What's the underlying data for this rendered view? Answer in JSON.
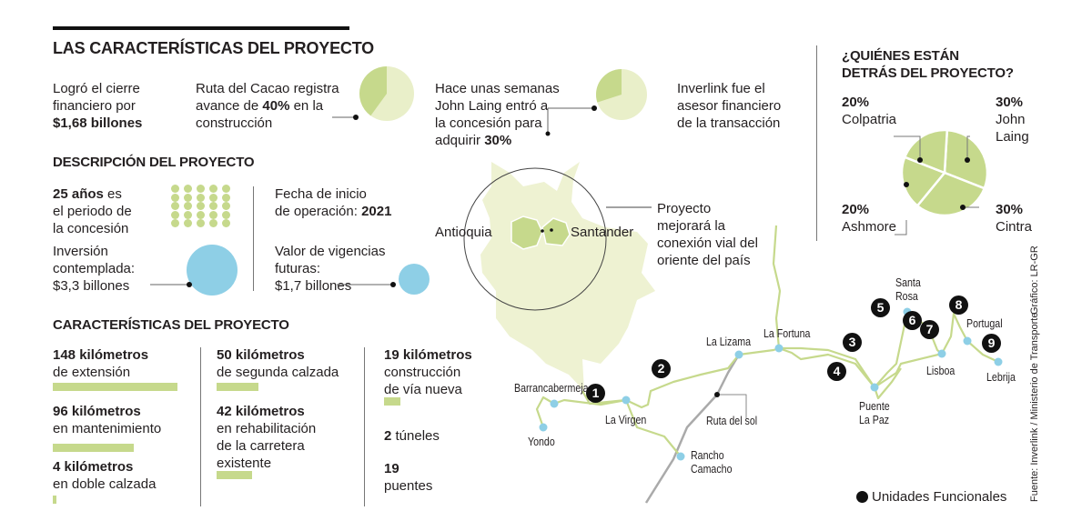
{
  "title": "LAS CARACTERÍSTICAS DEL PROYECTO",
  "facts": {
    "financial": {
      "l1": "Logró el cierre",
      "l2": "financiero por",
      "l3": "$1,68 billones"
    },
    "progress": {
      "l1": "Ruta del Cacao registra",
      "l2a": "avance de ",
      "l2b": "40%",
      "l2c": " en la",
      "l3": "construcción",
      "percent": 40
    },
    "john_laing": {
      "l1": "Hace unas semanas",
      "l2": "John Laing entró a",
      "l3": "la concesión para",
      "l4a": "adquirir ",
      "l4b": "30%",
      "percent": 30
    },
    "advisor": {
      "l1": "Inverlink fue el",
      "l2": "asesor financiero",
      "l3": "de la transacción"
    }
  },
  "description": {
    "heading": "DESCRIPCIÓN DEL PROYECTO",
    "period": {
      "l1a": "25 años",
      "l1b": " es",
      "l2": "el periodo de",
      "l3": "la concesión",
      "count": 25
    },
    "start": {
      "l1": "Fecha de inicio",
      "l2a": "de operación: ",
      "l2b": "2021"
    },
    "investment": {
      "l1": "Inversión",
      "l2": "contemplada:",
      "l3": "$3,3 billones"
    },
    "future": {
      "l1": "Valor de vigencias",
      "l2": "futuras:",
      "l3": "$1,7 billones"
    }
  },
  "map": {
    "antioquia": "Antioquia",
    "santander": "Santander",
    "callout": {
      "l1": "Proyecto",
      "l2": "mejorará la",
      "l3": "conexión vial del",
      "l4": "oriente del país"
    },
    "places": {
      "barranca": "Barrancabermeja",
      "yondo": "Yondo",
      "virgen": "La Virgen",
      "rancho1": "Rancho",
      "rancho2": "Camacho",
      "lizama": "La Lizama",
      "fortuna": "La Fortuna",
      "paz1": "Puente",
      "paz2": "La Paz",
      "rosa1": "Santa",
      "rosa2": "Rosa",
      "lisboa": "Lisboa",
      "portugal": "Portugal",
      "lebrija": "Lebrija",
      "ruta_sol": "Ruta del sol"
    },
    "units": [
      "1",
      "2",
      "3",
      "4",
      "5",
      "6",
      "7",
      "8",
      "9"
    ],
    "legend": "Unidades Funcionales"
  },
  "characteristics": {
    "heading": "CARACTERÍSTICAS DEL PROYECTO",
    "items": [
      {
        "value": "148 kilómetros",
        "desc": "de extensión",
        "km": 148
      },
      {
        "value": "96 kilómetros",
        "desc": "en mantenimiento",
        "km": 96
      },
      {
        "value": "4 kilómetros",
        "desc": "en doble calzada",
        "km": 4
      },
      {
        "value": "50 kilómetros",
        "desc": "de segunda calzada",
        "km": 50
      },
      {
        "value": "42 kilómetros",
        "desc": "en rehabilitación",
        "desc2": "de la carretera",
        "desc3": "existente",
        "km": 42
      },
      {
        "value": "19 kilómetros",
        "desc": "construcción",
        "desc2": "de vía nueva",
        "km": 19
      }
    ],
    "tunnels": {
      "n": "2",
      "label": " túneles"
    },
    "bridges": {
      "n": "19",
      "label": "puentes"
    }
  },
  "owners": {
    "heading1": "¿QUIÉNES ESTÁN",
    "heading2": "DETRÁS DEL PROYECTO?",
    "chart_data": {
      "type": "pie",
      "slices": [
        {
          "name1": "John",
          "name2": "Laing",
          "pct": "30%",
          "value": 30
        },
        {
          "name1": "Cintra",
          "pct": "30%",
          "value": 30
        },
        {
          "name1": "Ashmore",
          "pct": "20%",
          "value": 20
        },
        {
          "name1": "Colpatria",
          "pct": "20%",
          "value": 20
        }
      ]
    }
  },
  "credits": {
    "source": "Fuente: Inverlink / Ministerio de Transporte",
    "graphic": "Gráfico: LR-GR"
  },
  "colors": {
    "green": "#c6d98c",
    "pale": "#e9efc9",
    "blue": "#8ecfe6",
    "map": "#eef2d2"
  }
}
